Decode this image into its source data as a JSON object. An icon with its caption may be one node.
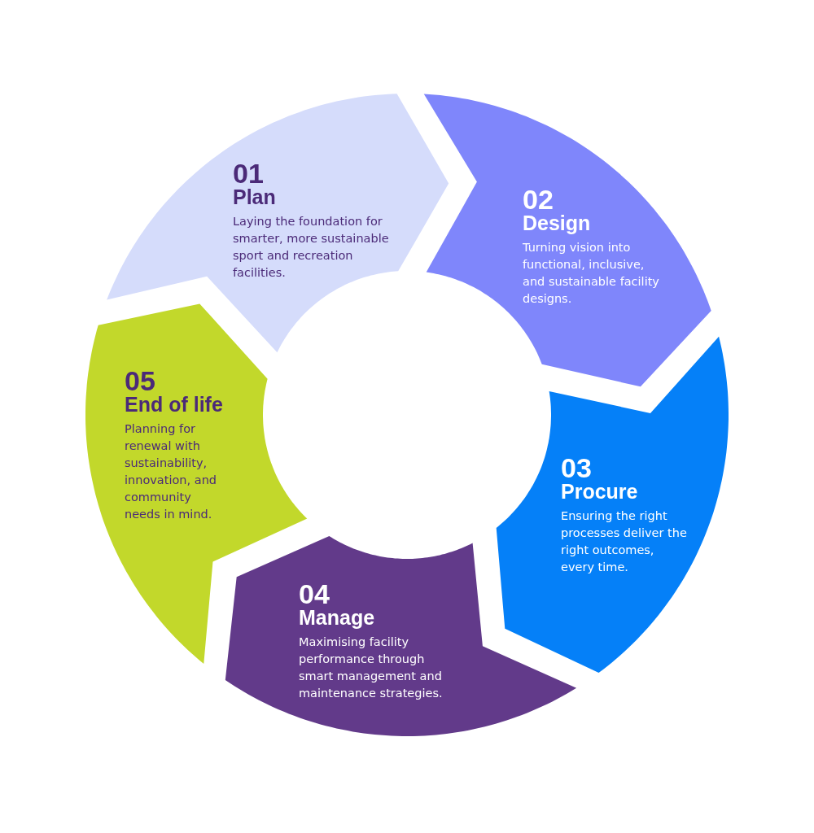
{
  "diagram": {
    "nodes": [
      {
        "text": [
          "01",
          "Plan",
          "Laying the foundation for smarter, more sustainable sport and recreation facilities."
        ]
      },
      {
        "text": [
          "02",
          "Design",
          "Turning vision into functional, inclusive, and sustainable facility designs."
        ]
      },
      {
        "text": [
          "03",
          "Procure",
          "Ensuring the right processes deliver the right outcomes, every time."
        ]
      },
      {
        "text": [
          "04",
          "Manage",
          "Maximising facility performance through smart management and maintenance strategies."
        ]
      },
      {
        "text": [
          "05",
          "End of life",
          "Planning for renewal with sustainability, innovation, and community needs in mind."
        ]
      }
    ]
  }
}
